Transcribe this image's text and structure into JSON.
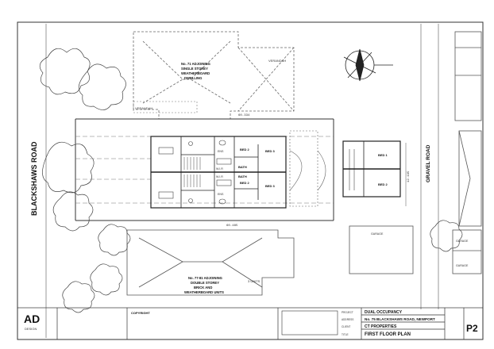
{
  "roads": {
    "left": "BLACKSHAWS ROAD",
    "right": "GRAVEL ROAD"
  },
  "neighbours": {
    "top": {
      "line1": "No. 71 ADJOINING",
      "line2": "SINGLE STOREY",
      "line3": "WEATHERBOARD",
      "line4": "DWELLING",
      "verandah_right": "VERANDAH",
      "verandah_left": "VERANDAH"
    },
    "bottom": {
      "line1": "No. 77-81 ADJOINING",
      "line2": "DOUBLE STOREY",
      "line3": "BRICK AND",
      "line4": "WEATHERBOARD UNITS",
      "units": "3 UNITS"
    }
  },
  "dimensions": {
    "top_boundary": "60.334",
    "bottom_boundary": "60.485",
    "right_depth": "12.195"
  },
  "units": {
    "unit1": {
      "bed2": "BED 2",
      "bed3": "BED 3",
      "bath": "BATH",
      "wir": "W.I.R",
      "ens": "ENS"
    },
    "unit2": {
      "bed2": "BED 2",
      "bed3": "BED 3",
      "bath": "BATH",
      "wir": "W.I.R",
      "ens": "ENS"
    },
    "rear": {
      "bed1": "BED 1",
      "bed2": "BED 2"
    }
  },
  "garages": {
    "garage_top": "GARAGE",
    "garage_right1": "GARAGE",
    "garage_right2": "GARAGE"
  },
  "title_block": {
    "project_label": "PROJECT",
    "project": "DUAL OCCUPANCY",
    "address_label": "ADDRESS",
    "address": "No. 75 BLACKSHAWS ROAD, NEWPORT",
    "client_label": "CLIENT",
    "client": "CT PROPERTIES",
    "title_label": "TITLE",
    "title": "FIRST FLOOR PLAN",
    "sheet_no": "P2",
    "firm": "AD",
    "firm_sub": "DESIGN",
    "copyright": "COPYRIGHT"
  },
  "colors": {
    "line": "#333333",
    "tree": "#444444",
    "dashed": "#777777"
  }
}
